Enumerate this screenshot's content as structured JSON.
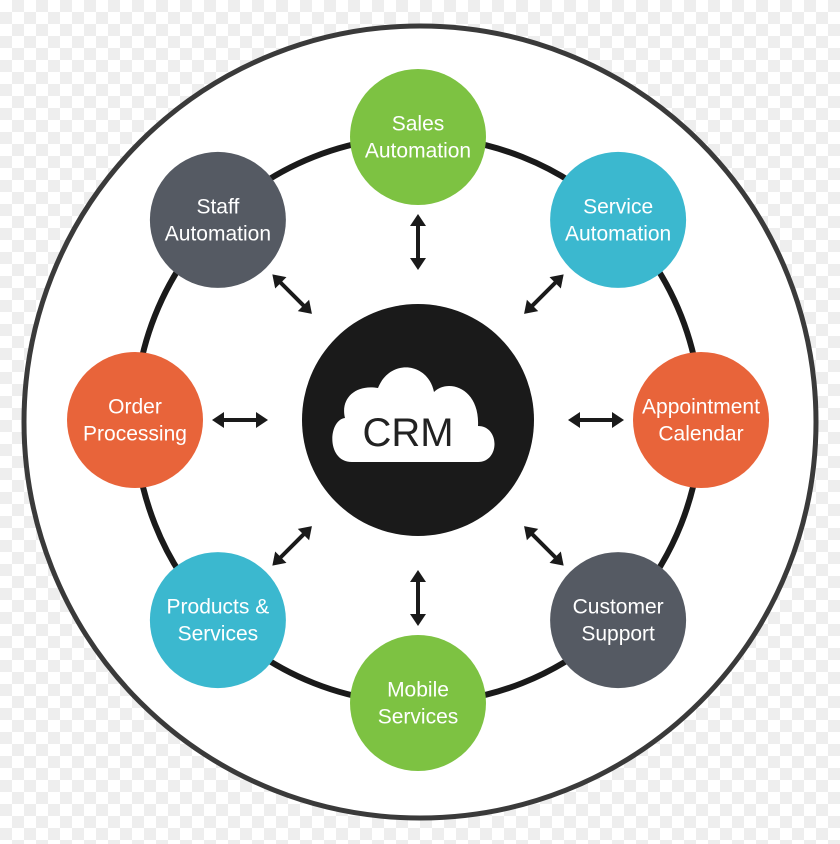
{
  "center": {
    "label": "CRM",
    "color": "#1a1a1a",
    "icon": "cloud-icon"
  },
  "nodes": [
    {
      "id": "sales-automation",
      "lines": [
        "Sales",
        "Automation"
      ],
      "color": "#7dc242"
    },
    {
      "id": "service-automation",
      "lines": [
        "Service",
        "Automation"
      ],
      "color": "#3bb8cf"
    },
    {
      "id": "appointment-calendar",
      "lines": [
        "Appointment",
        "Calendar"
      ],
      "color": "#e8643a"
    },
    {
      "id": "customer-support",
      "lines": [
        "Customer",
        "Support"
      ],
      "color": "#555a63"
    },
    {
      "id": "mobile-services",
      "lines": [
        "Mobile",
        "Services"
      ],
      "color": "#7dc242"
    },
    {
      "id": "products-services",
      "lines": [
        "Products &",
        "Services"
      ],
      "color": "#3bb8cf"
    },
    {
      "id": "order-processing",
      "lines": [
        "Order",
        "Processing"
      ],
      "color": "#e8643a"
    },
    {
      "id": "staff-automation",
      "lines": [
        "Staff",
        "Automation"
      ],
      "color": "#555a63"
    }
  ],
  "colors": {
    "outer_ring_fill": "#ffffff",
    "outer_ring_stroke": "#3a3a3a",
    "orbit_ring": "#1a1a1a",
    "arrow": "#1a1a1a",
    "cloud": "#ffffff"
  }
}
